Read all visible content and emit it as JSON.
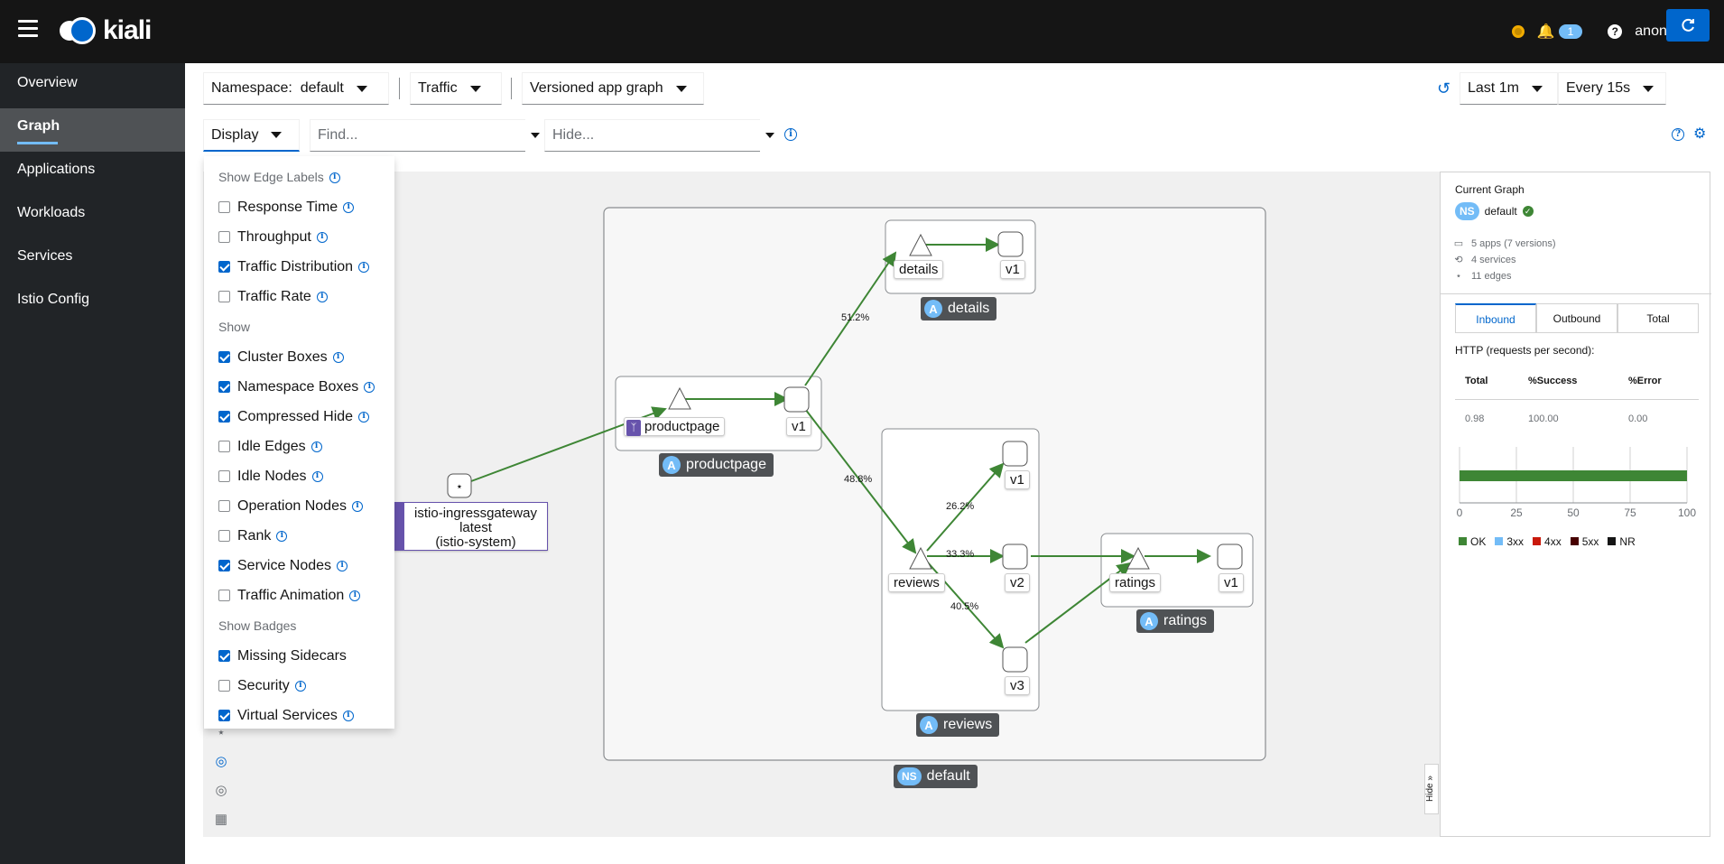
{
  "masthead": {
    "logo_text": "kiali",
    "notification_count": "1",
    "user": "anonymous"
  },
  "sidebar": {
    "items": [
      {
        "label": "Overview"
      },
      {
        "label": "Graph",
        "active": true
      },
      {
        "label": "Applications"
      },
      {
        "label": "Workloads"
      },
      {
        "label": "Services"
      },
      {
        "label": "Istio Config"
      }
    ]
  },
  "toolbar": {
    "namespace_label": "Namespace:",
    "namespace_value": "default",
    "traffic_label": "Traffic",
    "graph_type": "Versioned app graph",
    "duration": "Last 1m",
    "refresh_interval": "Every 15s",
    "display_label": "Display",
    "find_placeholder": "Find...",
    "hide_placeholder": "Hide..."
  },
  "display_menu": {
    "sections": [
      {
        "header": "Show Edge Labels",
        "options": [
          {
            "label": "Response Time",
            "checked": false
          },
          {
            "label": "Throughput",
            "checked": false
          },
          {
            "label": "Traffic Distribution",
            "checked": true
          },
          {
            "label": "Traffic Rate",
            "checked": false
          }
        ]
      },
      {
        "header": "Show",
        "options": [
          {
            "label": "Cluster Boxes",
            "checked": true
          },
          {
            "label": "Namespace Boxes",
            "checked": true
          },
          {
            "label": "Compressed Hide",
            "checked": true
          },
          {
            "label": "Idle Edges",
            "checked": false
          },
          {
            "label": "Idle Nodes",
            "checked": false
          },
          {
            "label": "Operation Nodes",
            "checked": false
          },
          {
            "label": "Rank",
            "checked": false
          },
          {
            "label": "Service Nodes",
            "checked": true
          },
          {
            "label": "Traffic Animation",
            "checked": false
          }
        ]
      },
      {
        "header": "Show Badges",
        "options": [
          {
            "label": "Missing Sidecars",
            "checked": true
          },
          {
            "label": "Security",
            "checked": false
          },
          {
            "label": "Virtual Services",
            "checked": true
          }
        ]
      }
    ]
  },
  "graph": {
    "nodes": {
      "details_svc": "details",
      "details_v1": "v1",
      "productpage_svc": "productpage",
      "productpage_v1": "v1",
      "reviews_svc": "reviews",
      "reviews_v1": "v1",
      "reviews_v2": "v2",
      "reviews_v3": "v3",
      "ratings_svc": "ratings",
      "ratings_v1": "v1",
      "ingress_line1": "istio-ingressgateway",
      "ingress_line2": "latest",
      "ingress_line3": "(istio-system)"
    },
    "boxes": {
      "details": "details",
      "productpage": "productpage",
      "reviews": "reviews",
      "ratings": "ratings",
      "namespace": "default"
    },
    "box_badge_app": "A",
    "box_badge_ns": "NS",
    "edge_labels": {
      "to_details": "51.2%",
      "to_reviews": "48.8%",
      "reviews_v1": "26.2%",
      "reviews_v2": "33.3%",
      "reviews_v3": "40.5%"
    }
  },
  "side_panel": {
    "title": "Current Graph",
    "ns_badge": "NS",
    "namespace": "default",
    "stats": {
      "apps": "5 apps (7 versions)",
      "services": "4 services",
      "edges": "11 edges"
    },
    "tabs": [
      "Inbound",
      "Outbound",
      "Total"
    ],
    "http_title": "HTTP (requests per second):",
    "table_headers": [
      "Total",
      "%Success",
      "%Error"
    ],
    "table_values": [
      "0.98",
      "100.00",
      "0.00"
    ],
    "chart_ticks": [
      "0",
      "25",
      "50",
      "75",
      "100"
    ],
    "ok_percent": 100,
    "legend": [
      {
        "label": "OK",
        "color": "#3e8635"
      },
      {
        "label": "3xx",
        "color": "#73bcf7"
      },
      {
        "label": "4xx",
        "color": "#c9190b"
      },
      {
        "label": "5xx",
        "color": "#470000"
      },
      {
        "label": "NR",
        "color": "#151515"
      }
    ],
    "hide_label": "Hide"
  },
  "colors": {
    "masthead": "#151515",
    "sidebar": "#212427",
    "primary": "#0066cc",
    "edge": "#3e8635",
    "box_label": "#4f5255"
  }
}
